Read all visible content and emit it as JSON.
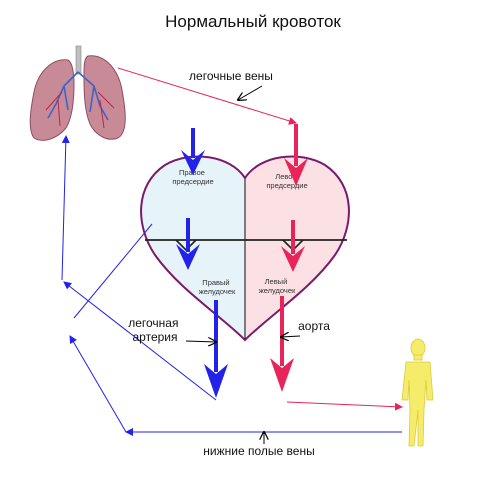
{
  "title": "Нормальный кровоток",
  "labels": {
    "pulmonary_veins": "легочные вены",
    "pulmonary_artery_1": "легочная",
    "pulmonary_artery_2": "артерия",
    "aorta": "аорта",
    "inferior_vena_cava": "нижние полые вены"
  },
  "chambers": {
    "right_atrium_1": "Правое",
    "right_atrium_2": "предсердие",
    "left_atrium_1": "Левое",
    "left_atrium_2": "предсердие",
    "right_ventricle_1": "Правый",
    "right_ventricle_2": "желудочек",
    "left_ventricle_1": "Левый",
    "left_ventricle_2": "желудочек"
  },
  "colors": {
    "deoxygenated": "#2222e8",
    "oxygenated": "#e8245a",
    "heart_outline": "#7a1a6e",
    "right_side_fill": "#e6f3f8",
    "left_side_fill": "#fbe0e4",
    "lung_fill": "#c98a98",
    "human_fill": "#f5ec6a"
  },
  "icons": [
    "lungs-icon",
    "human-figure-icon",
    "heart-diagram"
  ]
}
